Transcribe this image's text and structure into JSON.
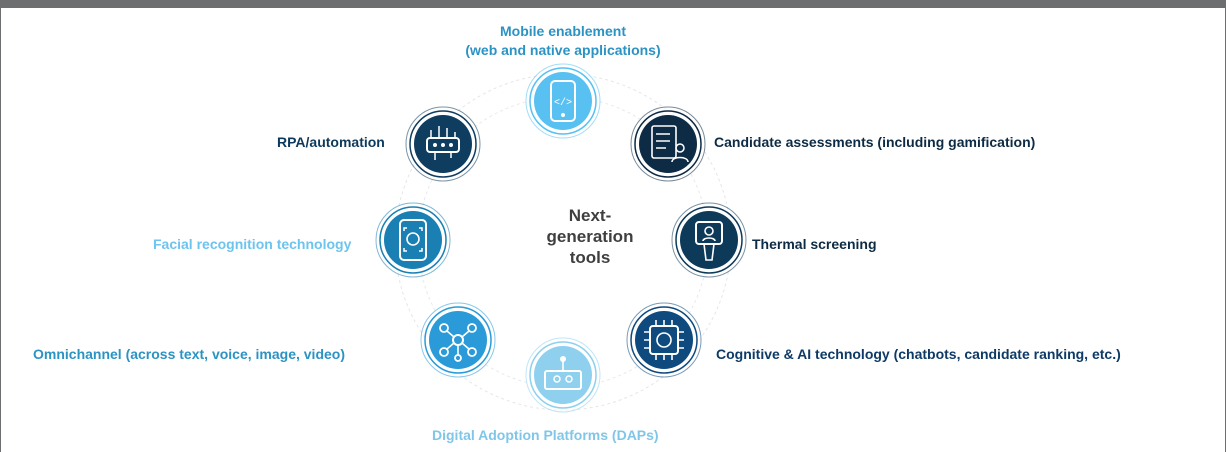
{
  "center": {
    "label": "Next-\ngeneration\ntools"
  },
  "nodes": [
    {
      "id": "mobile",
      "label": "Mobile enablement\n(web and native applications)",
      "color": "#2b93c4",
      "fill": "#59c0f2",
      "icon": "mobile-code-icon"
    },
    {
      "id": "assessments",
      "label": "Candidate assessments (including gamification)",
      "color": "#0d2b45",
      "fill": "#0d2b45",
      "icon": "checklist-person-icon"
    },
    {
      "id": "thermal",
      "label": "Thermal screening",
      "color": "#0d2b45",
      "fill": "#0e3a5a",
      "icon": "thermal-scanner-icon"
    },
    {
      "id": "cognitive",
      "label": "Cognitive & AI technology (chatbots, candidate ranking, etc.)",
      "color": "#0d3a66",
      "fill": "#0f4a7e",
      "icon": "ai-chip-icon"
    },
    {
      "id": "dap",
      "label": "Digital Adoption Platforms (DAPs)",
      "color": "#7fc6e8",
      "fill": "#8fd0ef",
      "icon": "platform-icon"
    },
    {
      "id": "omnichannel",
      "label": "Omnichannel (across text, voice, image, video)",
      "color": "#2b93c4",
      "fill": "#2a9ad8",
      "icon": "network-icon"
    },
    {
      "id": "facial",
      "label": "Facial recognition technology",
      "color": "#6cc4ef",
      "fill": "#1a7fb3",
      "icon": "face-scan-icon"
    },
    {
      "id": "rpa",
      "label": "RPA/automation",
      "color": "#0d3a5c",
      "fill": "#0f3d5f",
      "icon": "circuit-robot-icon"
    }
  ]
}
